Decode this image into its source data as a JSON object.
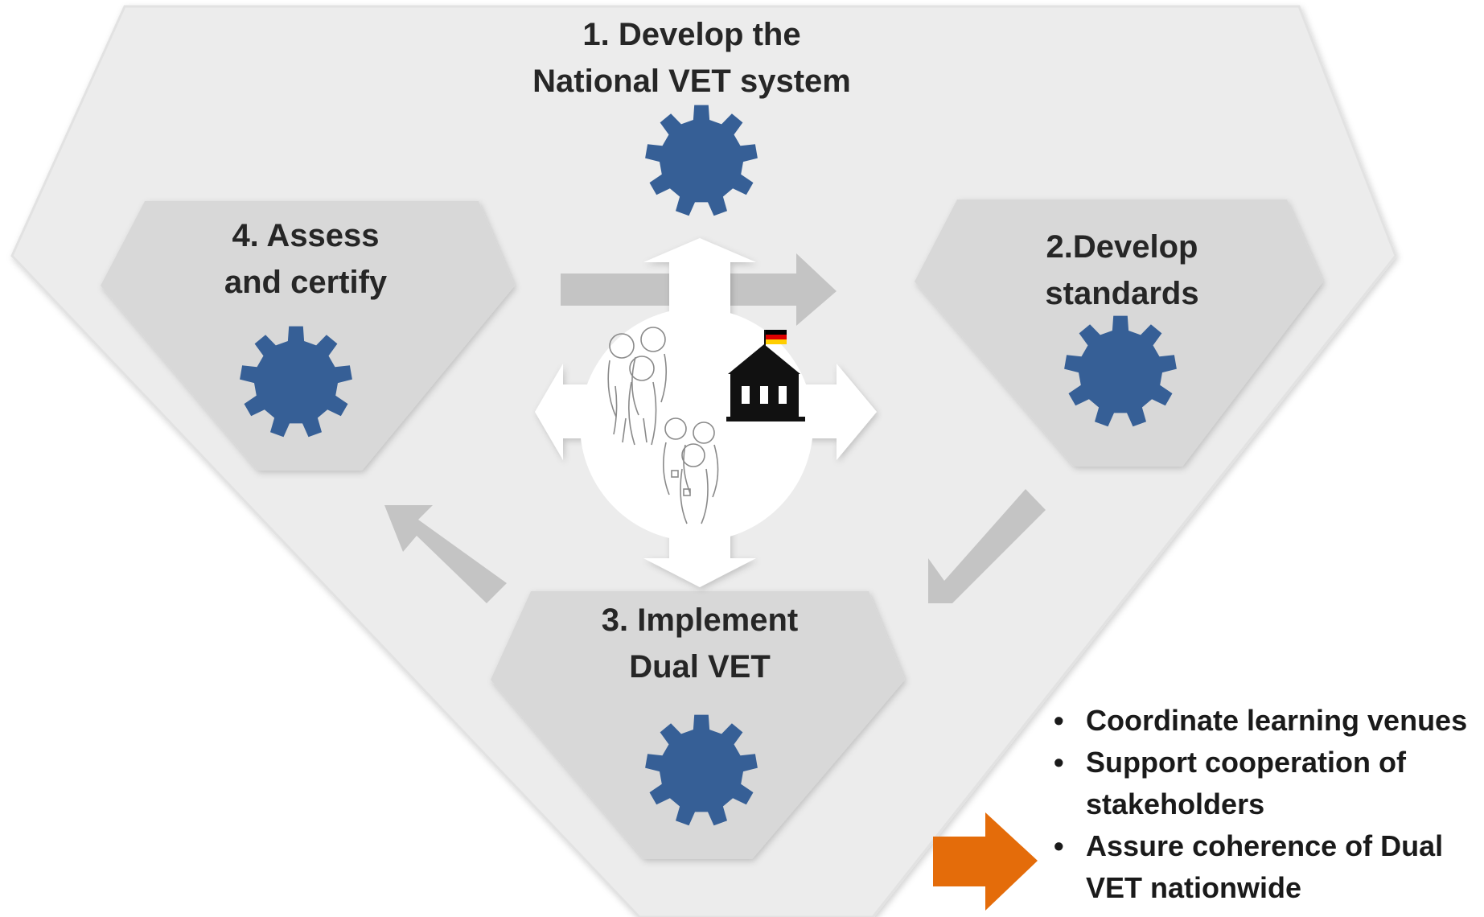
{
  "steps": [
    {
      "id": "1",
      "line1": "1. Develop the",
      "line2": "National VET system"
    },
    {
      "id": "2",
      "line1": "2.Develop",
      "line2": "standards"
    },
    {
      "id": "3",
      "line1": "3. Implement",
      "line2": "Dual VET"
    },
    {
      "id": "4",
      "line1": "4. Assess",
      "line2": "and certify"
    }
  ],
  "bullets": [
    "Coordinate  learning venues",
    "Support  cooperation  of stakeholders",
    "Assure coherence of Dual VET nationwide"
  ],
  "colors": {
    "outer_shape": "#ececec",
    "step_shape": "#d8d8d8",
    "gear": "#365f96",
    "cycle_arrow": "#c4c4c4",
    "orange_arrow": "#e46c0a",
    "center": "#ffffff"
  },
  "icons": [
    "gear-icon",
    "apprentices-sketch-icon",
    "school-house-icon",
    "germany-flag-icon",
    "orange-arrow-icon"
  ]
}
